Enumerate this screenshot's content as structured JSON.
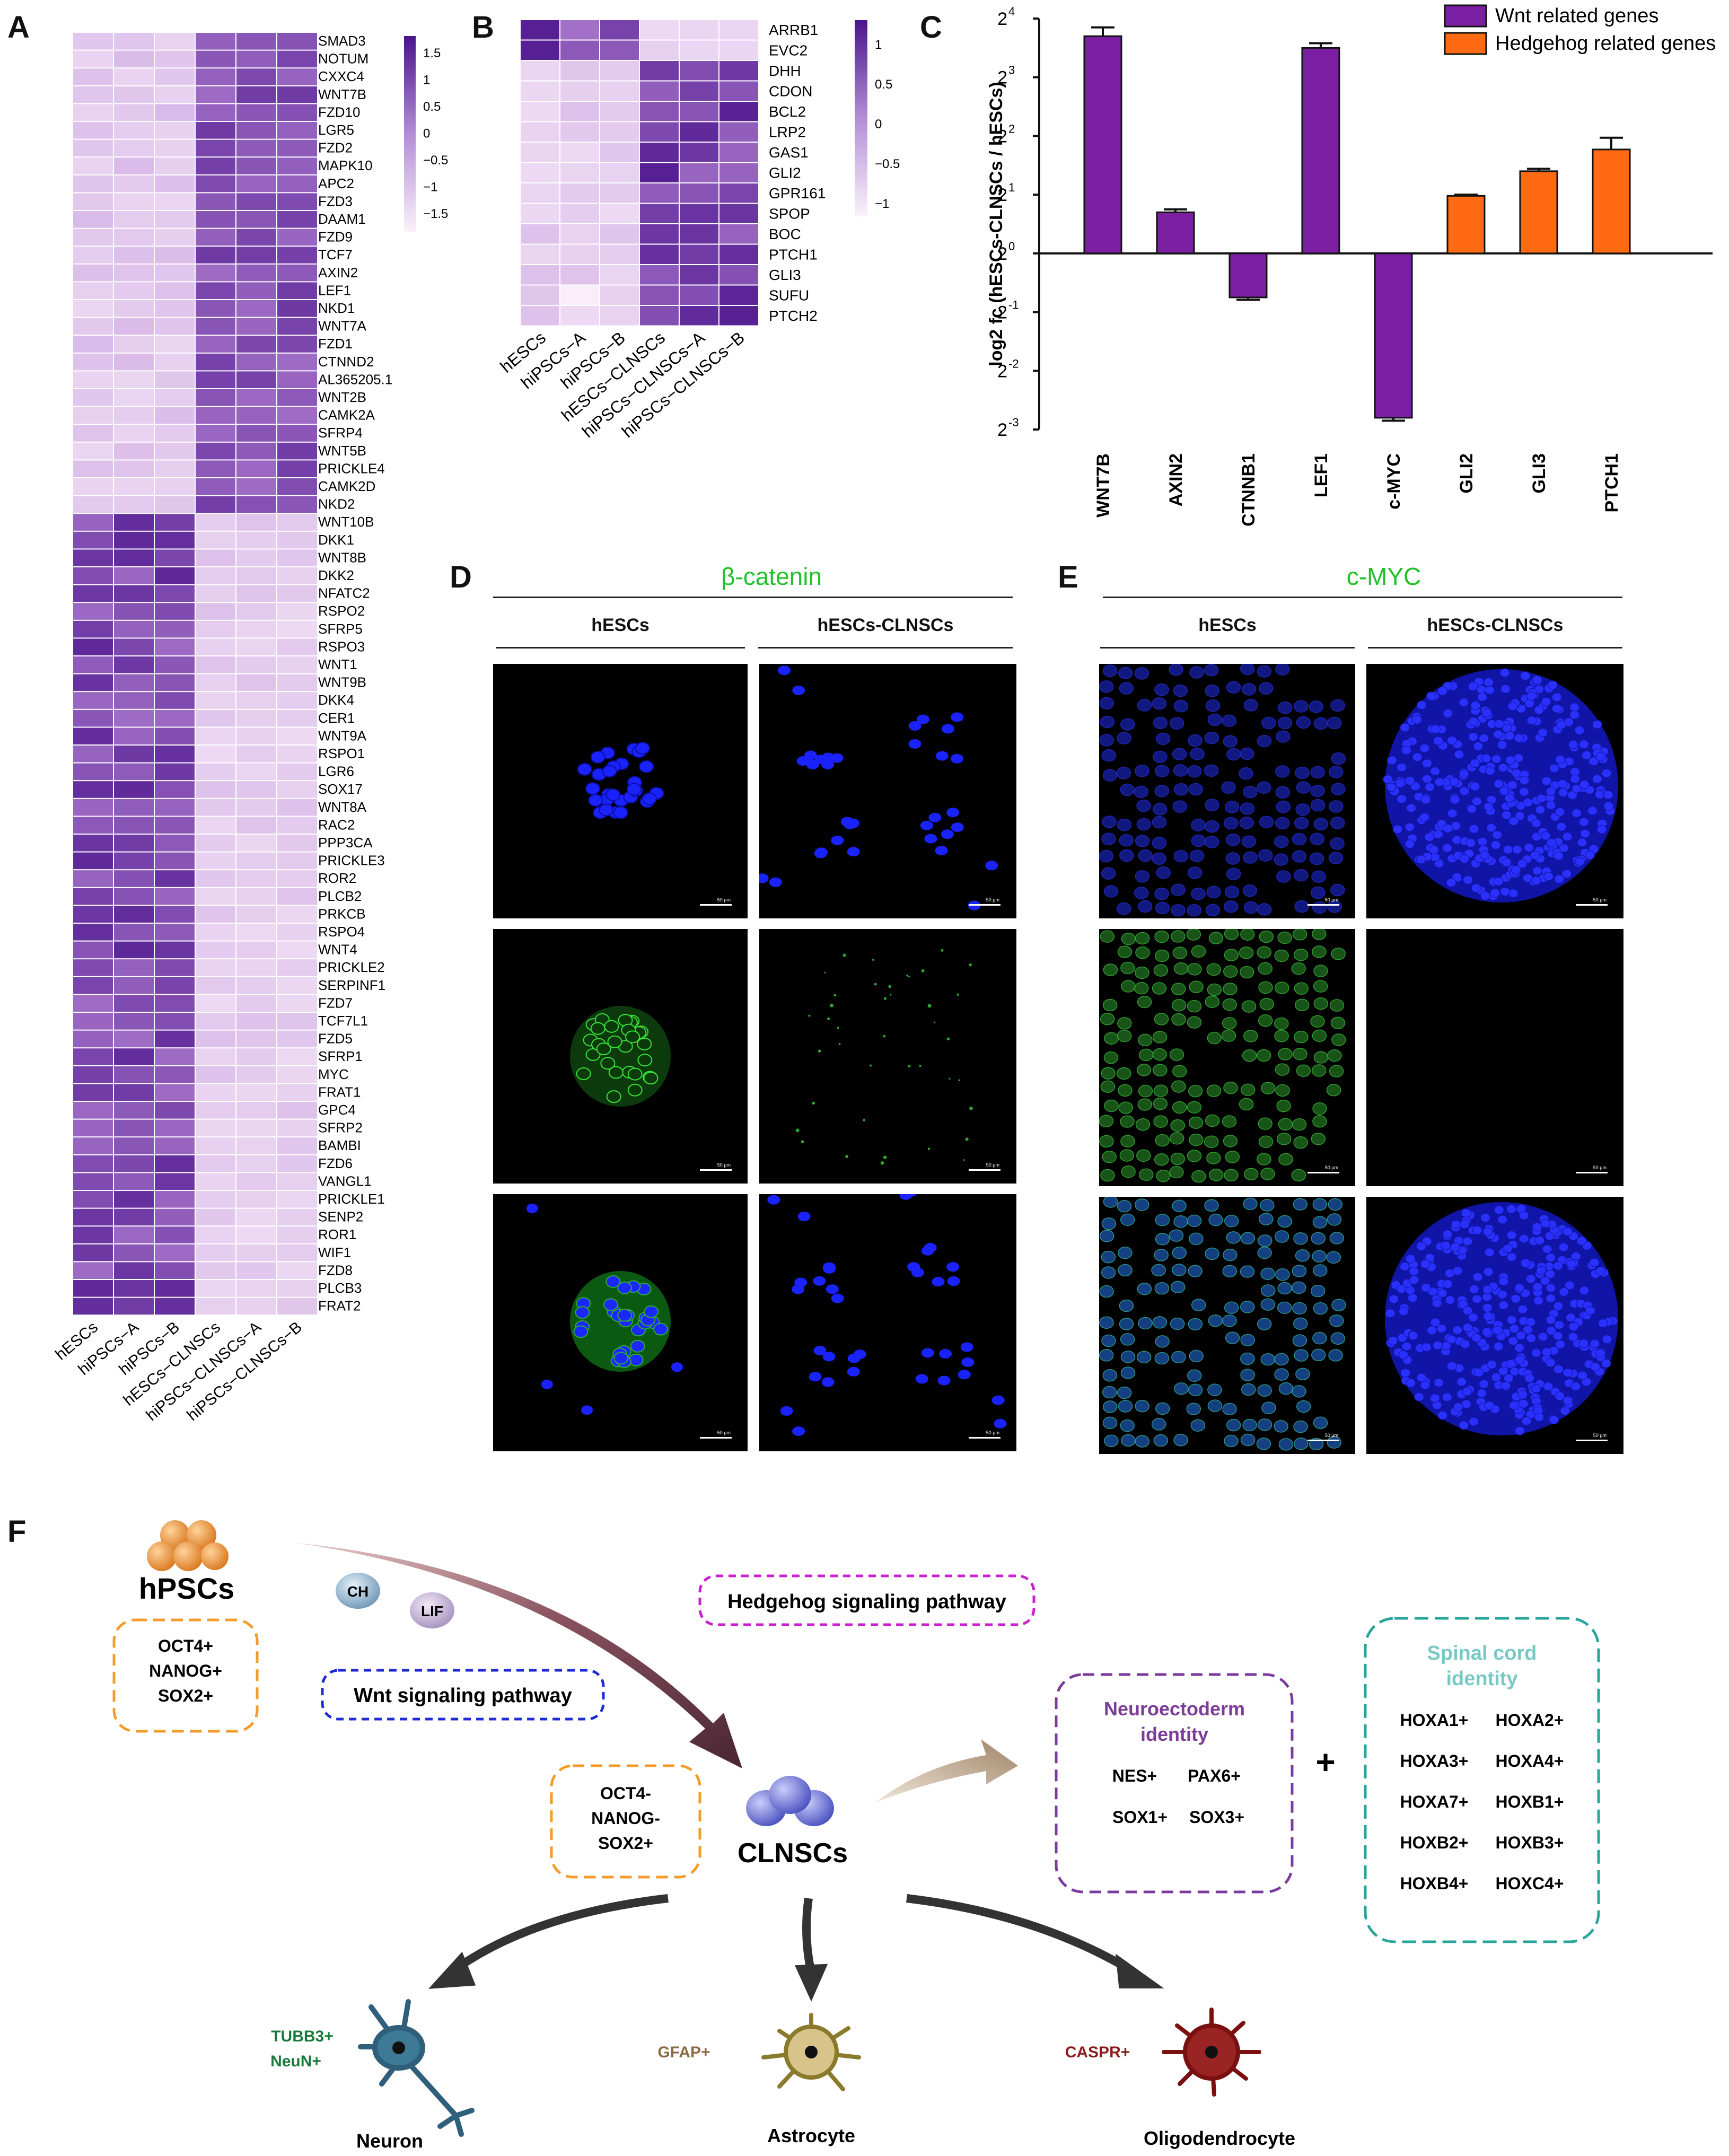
{
  "panels": {
    "A": "A",
    "B": "B",
    "C": "C",
    "D": "D",
    "E": "E",
    "F": "F"
  },
  "heatmap_A": {
    "samples": [
      "hESCs",
      "hiPSCs−A",
      "hiPSCs−B",
      "hESCs−CLNSCs",
      "hiPSCs−CLNSCs−A",
      "hiPSCs−CLNSCs−B"
    ],
    "genes": [
      "SMAD3",
      "NOTUM",
      "CXXC4",
      "WNT7B",
      "FZD10",
      "LGR5",
      "FZD2",
      "MAPK10",
      "APC2",
      "FZD3",
      "DAAM1",
      "FZD9",
      "TCF7",
      "AXIN2",
      "LEF1",
      "NKD1",
      "WNT7A",
      "FZD1",
      "CTNND2",
      "AL365205.1",
      "WNT2B",
      "CAMK2A",
      "SFRP4",
      "WNT5B",
      "PRICKLE4",
      "CAMK2D",
      "NKD2",
      "WNT10B",
      "DKK1",
      "WNT8B",
      "DKK2",
      "NFATC2",
      "RSPO2",
      "SFRP5",
      "RSPO3",
      "WNT1",
      "WNT9B",
      "DKK4",
      "CER1",
      "WNT9A",
      "RSPO1",
      "LGR6",
      "SOX17",
      "WNT8A",
      "RAC2",
      "PPP3CA",
      "PRICKLE3",
      "ROR2",
      "PLCB2",
      "PRKCB",
      "RSPO4",
      "WNT4",
      "PRICKLE2",
      "SERPINF1",
      "FZD7",
      "TCF7L1",
      "FZD5",
      "SFRP1",
      "MYC",
      "FRAT1",
      "GPC4",
      "SFRP2",
      "BAMBI",
      "FZD6",
      "VANGL1",
      "PRICKLE1",
      "SENP2",
      "ROR1",
      "WIF1",
      "FZD8",
      "PLCB3",
      "FRAT2"
    ],
    "legend_ticks": [
      "1.5",
      "1",
      "0.5",
      "0",
      "−0.5",
      "−1",
      "−1.5"
    ],
    "split_index": 27
  },
  "heatmap_B": {
    "samples": [
      "hESCs",
      "hiPSCs−A",
      "hiPSCs−B",
      "hESCs−CLNSCs",
      "hiPSCs−CLNSCs−A",
      "hiPSCs−CLNSCs−B"
    ],
    "genes": [
      "ARRB1",
      "EVC2",
      "DHH",
      "CDON",
      "BCL2",
      "LRP2",
      "GAS1",
      "GLI2",
      "GPR161",
      "SPOP",
      "BOC",
      "PTCH1",
      "GLI3",
      "SUFU",
      "PTCH2"
    ],
    "legend_ticks": [
      "1",
      "0.5",
      "0",
      "−0.5",
      "−1"
    ]
  },
  "chart_data": {
    "type": "bar",
    "categories": [
      "WNT7B",
      "AXIN2",
      "CTNNB1",
      "LEF1",
      "c-MYC",
      "GLI2",
      "GLI3",
      "PTCH1"
    ],
    "values": [
      3.7,
      0.7,
      -0.75,
      3.5,
      -2.8,
      0.98,
      1.4,
      1.77
    ],
    "errors": [
      0.15,
      0.05,
      0.04,
      0.08,
      0.05,
      0.02,
      0.04,
      0.2
    ],
    "groups": [
      "Wnt",
      "Wnt",
      "Wnt",
      "Wnt",
      "Wnt",
      "Hh",
      "Hh",
      "Hh"
    ],
    "series": [
      {
        "name": "Wnt related genes",
        "color": "#7a1fa2"
      },
      {
        "name": "Hedgehog related genes",
        "color": "#ff6a13"
      }
    ],
    "ylabel": "log2 fc (hESCs-CLNSCs / hESCs)",
    "yticks": [
      {
        "value": 4,
        "base": "2",
        "exp": "4"
      },
      {
        "value": 3,
        "base": "2",
        "exp": "3"
      },
      {
        "value": 2,
        "base": "2",
        "exp": "2"
      },
      {
        "value": 1,
        "base": "2",
        "exp": "1"
      },
      {
        "value": 0,
        "base": "2",
        "exp": "0"
      },
      {
        "value": -1,
        "base": "2",
        "exp": "-1"
      },
      {
        "value": -2,
        "base": "2",
        "exp": "-2"
      },
      {
        "value": -3,
        "base": "2",
        "exp": "-3"
      }
    ],
    "ylim": [
      -3,
      4
    ],
    "legend": "top-right"
  },
  "panel_D": {
    "title": "β-catenin",
    "cols": [
      "hESCs",
      "hESCs-CLNSCs"
    ]
  },
  "panel_E": {
    "title": "c-MYC",
    "cols": [
      "hESCs",
      "hESCs-CLNSCs"
    ]
  },
  "scale_label": "50 µm",
  "panel_F": {
    "hpsc_label": "hPSCs",
    "hpsc_markers": [
      "OCT4+",
      "NANOG+",
      "SOX2+"
    ],
    "ch_label": "CH",
    "lif_label": "LIF",
    "wnt_pathway": "Wnt signaling pathway",
    "hh_pathway": "Hedgehog signaling pathway",
    "clnsc_markers": [
      "OCT4-",
      "NANOG-",
      "SOX2+"
    ],
    "clnsc_label": "CLNSCs",
    "neuro_title": "Neuroectoderm identity",
    "neuro_markers": [
      "NES+",
      "PAX6+",
      "SOX1+",
      "SOX3+"
    ],
    "plus": "+",
    "spinal_title": "Spinal cord identity",
    "spinal_markers": [
      "HOXA1+",
      "HOXA2+",
      "HOXA3+",
      "HOXA4+",
      "HOXA7+",
      "HOXB1+",
      "HOXB2+",
      "HOXB3+",
      "HOXB4+",
      "HOXC4+"
    ],
    "neuron_markers": [
      "TUBB3+",
      "NeuN+"
    ],
    "neuron_label": "Neuron",
    "astro_marker": "GFAP+",
    "astro_label": "Astrocyte",
    "oligo_marker": "CASPR+",
    "oligo_label": "Oligodendrocyte"
  }
}
